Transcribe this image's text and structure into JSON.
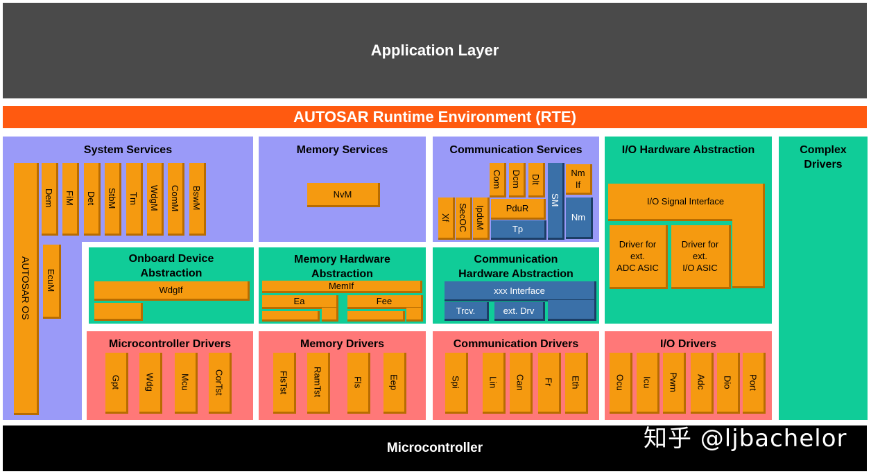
{
  "layers": {
    "application": "Application Layer",
    "rte": "AUTOSAR Runtime Environment (RTE)",
    "microcontroller": "Microcontroller"
  },
  "system_services": {
    "title": "System Services",
    "modules": [
      "Dem",
      "FiM",
      "Det",
      "StbM",
      "Tm",
      "WdgM",
      "ComM",
      "BswM"
    ],
    "os": "AUTOSAR OS",
    "ecum": "EcuM"
  },
  "memory_services": {
    "title": "Memory Services",
    "nvm": "NvM"
  },
  "communication_services": {
    "title": "Communication Services",
    "com": "Com",
    "dcm": "Dcm",
    "dlt": "Dlt",
    "sm": "SM",
    "nmif": "Nm\nIf",
    "nm": "Nm",
    "xf": "Xf",
    "secoc": "SecOC",
    "ipdum": "IpduM",
    "pdur": "PduR",
    "tp": "Tp"
  },
  "io_hw_abstraction": {
    "title": "I/O Hardware Abstraction",
    "signal_interface": "I/O Signal Interface",
    "driver_adc": "Driver for\next.\nADC ASIC",
    "driver_io": "Driver for\next.\nI/O ASIC"
  },
  "complex_drivers": {
    "title": "Complex\nDrivers"
  },
  "onboard_device": {
    "title": "Onboard Device\nAbstraction",
    "wdgif": "WdgIf"
  },
  "memory_hw_abstraction": {
    "title": "Memory Hardware\nAbstraction",
    "memif": "MemIf",
    "ea": "Ea",
    "fee": "Fee"
  },
  "communication_hw_abstraction": {
    "title": "Communication\nHardware Abstraction",
    "xxx_interface": "xxx Interface",
    "trcv": "Trcv.",
    "ext_drv": "ext. Drv"
  },
  "mcu_drivers": {
    "title": "Microcontroller Drivers",
    "modules": [
      "Gpt",
      "Wdg",
      "Mcu",
      "CorTst"
    ]
  },
  "memory_drivers": {
    "title": "Memory Drivers",
    "modules": [
      "FlsTst",
      "RamTst",
      "Fls",
      "Eep"
    ]
  },
  "communication_drivers": {
    "title": "Communication Drivers",
    "modules": [
      "Spi",
      "Lin",
      "Can",
      "Fr",
      "Eth"
    ]
  },
  "io_drivers": {
    "title": "I/O Drivers",
    "modules": [
      "Ocu",
      "Icu",
      "Pwm",
      "Adc",
      "Dio",
      "Port"
    ]
  },
  "watermark": "知乎 @ljbachelor",
  "colors": {
    "application": "#4a4a4a",
    "rte": "#ff5a10",
    "services": "#9a9af8",
    "abstraction": "#10cc98",
    "drivers": "#ff7878",
    "module": "#f59a10",
    "module_blue": "#3a70a8",
    "microcontroller": "#000000"
  }
}
